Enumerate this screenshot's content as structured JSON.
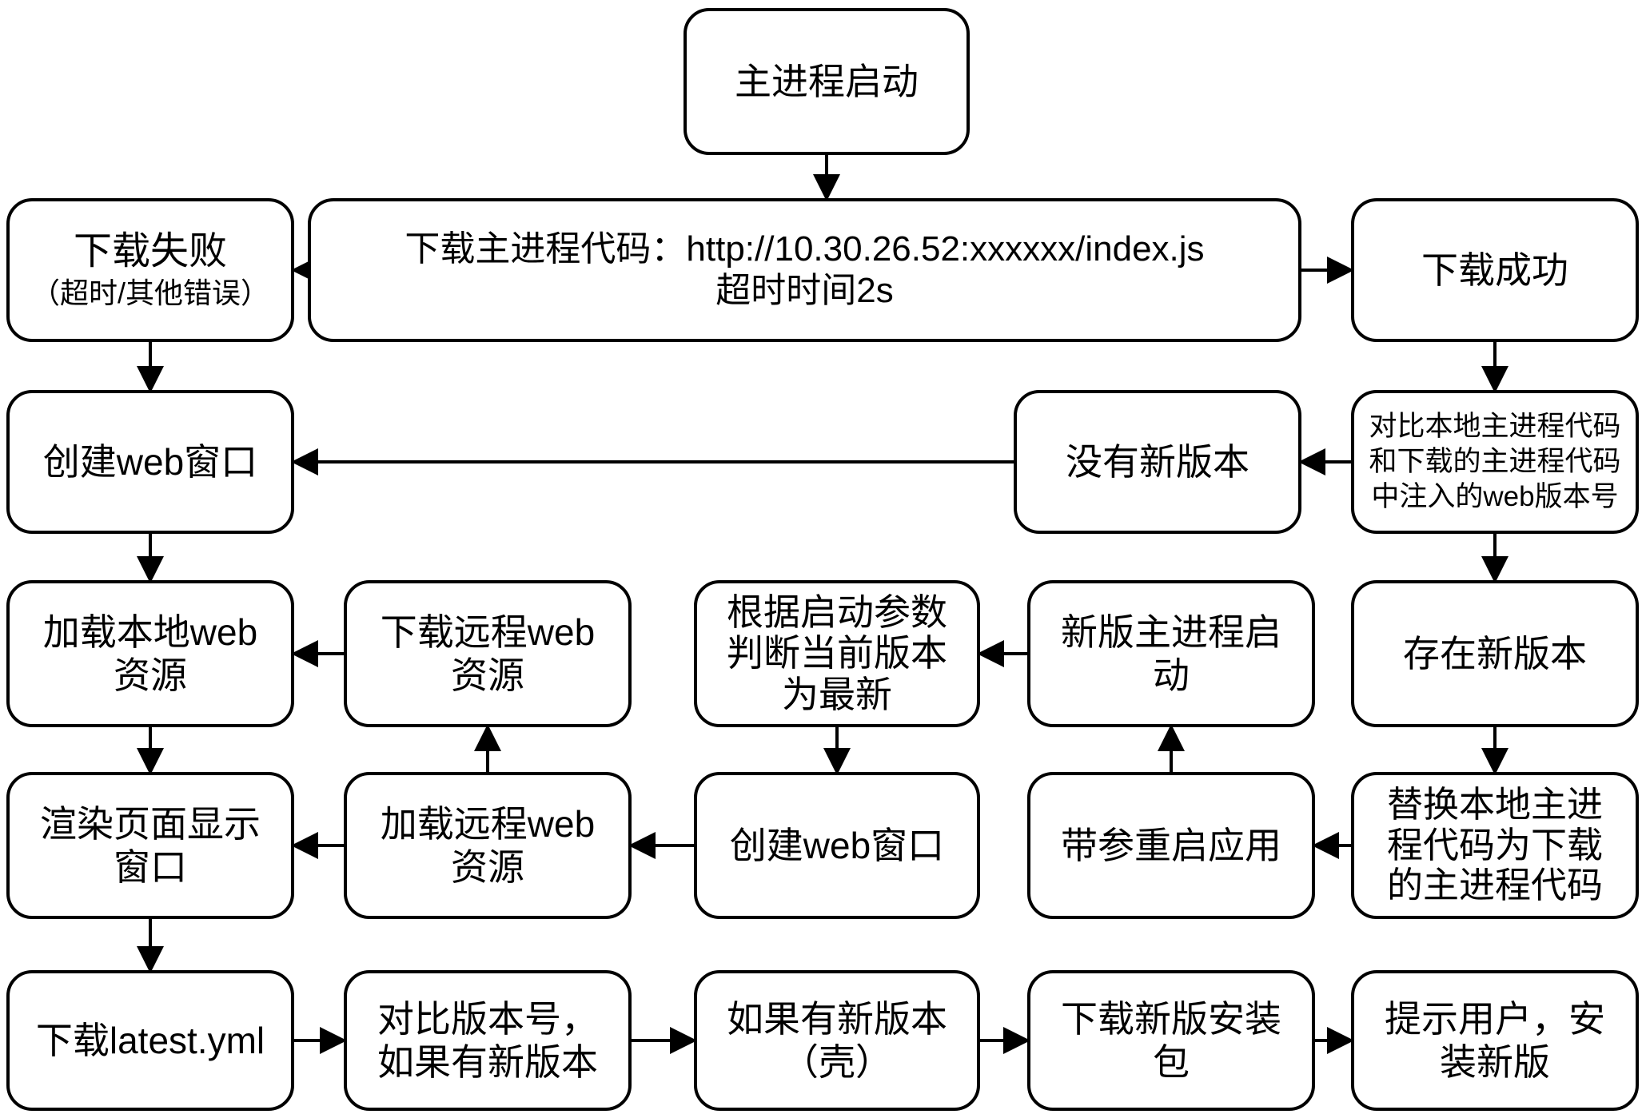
{
  "diagram": {
    "background_color": "#ffffff",
    "line_color": "#000000",
    "nodes": {
      "main_start": {
        "label": "主进程启动"
      },
      "download_main": {
        "label": "下载主进程代码：http://10.30.26.52:xxxxxx/index.js\n超时时间2s"
      },
      "download_fail": {
        "label": "下载失败",
        "sublabel": "（超时/其他错误）"
      },
      "download_ok": {
        "label": "下载成功"
      },
      "create_web_1": {
        "label": "创建web窗口"
      },
      "no_new_version": {
        "label": "没有新版本"
      },
      "compare_versions": {
        "label": "对比本地主进程代码\n和下载的主进程代码\n中注入的web版本号"
      },
      "load_local_web": {
        "label": "加载本地web\n资源"
      },
      "download_remote": {
        "label": "下载远程web\n资源"
      },
      "judge_latest": {
        "label": "根据启动参数\n判断当前版本\n为最新"
      },
      "new_main_start": {
        "label": "新版主进程启\n动"
      },
      "has_new_version": {
        "label": "存在新版本"
      },
      "render_page": {
        "label": "渲染页面显示\n窗口"
      },
      "load_remote_web": {
        "label": "加载远程web\n资源"
      },
      "create_web_2": {
        "label": "创建web窗口"
      },
      "restart_with_args": {
        "label": "带参重启应用"
      },
      "replace_code": {
        "label": "替换本地主进\n程代码为下载\n的主进程代码"
      },
      "download_latest": {
        "label": "下载latest.yml"
      },
      "compare_vernum": {
        "label": "对比版本号，\n如果有新版本"
      },
      "if_new_shell": {
        "label": "如果有新版本\n（壳）"
      },
      "download_installer": {
        "label": "下载新版安装\n包"
      },
      "prompt_install": {
        "label": "提示用户，安\n装新版"
      }
    },
    "edges": [
      {
        "from": "main_start",
        "to": "download_main"
      },
      {
        "from": "download_main",
        "to": "download_fail"
      },
      {
        "from": "download_main",
        "to": "download_ok"
      },
      {
        "from": "download_fail",
        "to": "create_web_1"
      },
      {
        "from": "download_ok",
        "to": "compare_versions"
      },
      {
        "from": "compare_versions",
        "to": "no_new_version"
      },
      {
        "from": "no_new_version",
        "to": "create_web_1"
      },
      {
        "from": "create_web_1",
        "to": "load_local_web"
      },
      {
        "from": "compare_versions",
        "to": "has_new_version"
      },
      {
        "from": "load_local_web",
        "to": "render_page"
      },
      {
        "from": "download_remote",
        "to": "load_local_web"
      },
      {
        "from": "new_main_start",
        "to": "judge_latest"
      },
      {
        "from": "judge_latest",
        "to": "create_web_2"
      },
      {
        "from": "restart_with_args",
        "to": "new_main_start"
      },
      {
        "from": "load_remote_web",
        "to": "download_remote"
      },
      {
        "from": "has_new_version",
        "to": "replace_code"
      },
      {
        "from": "replace_code",
        "to": "restart_with_args"
      },
      {
        "from": "create_web_2",
        "to": "load_remote_web"
      },
      {
        "from": "load_remote_web",
        "to": "render_page"
      },
      {
        "from": "render_page",
        "to": "download_latest"
      },
      {
        "from": "download_latest",
        "to": "compare_vernum"
      },
      {
        "from": "compare_vernum",
        "to": "if_new_shell"
      },
      {
        "from": "if_new_shell",
        "to": "download_installer"
      },
      {
        "from": "download_installer",
        "to": "prompt_install"
      }
    ]
  }
}
